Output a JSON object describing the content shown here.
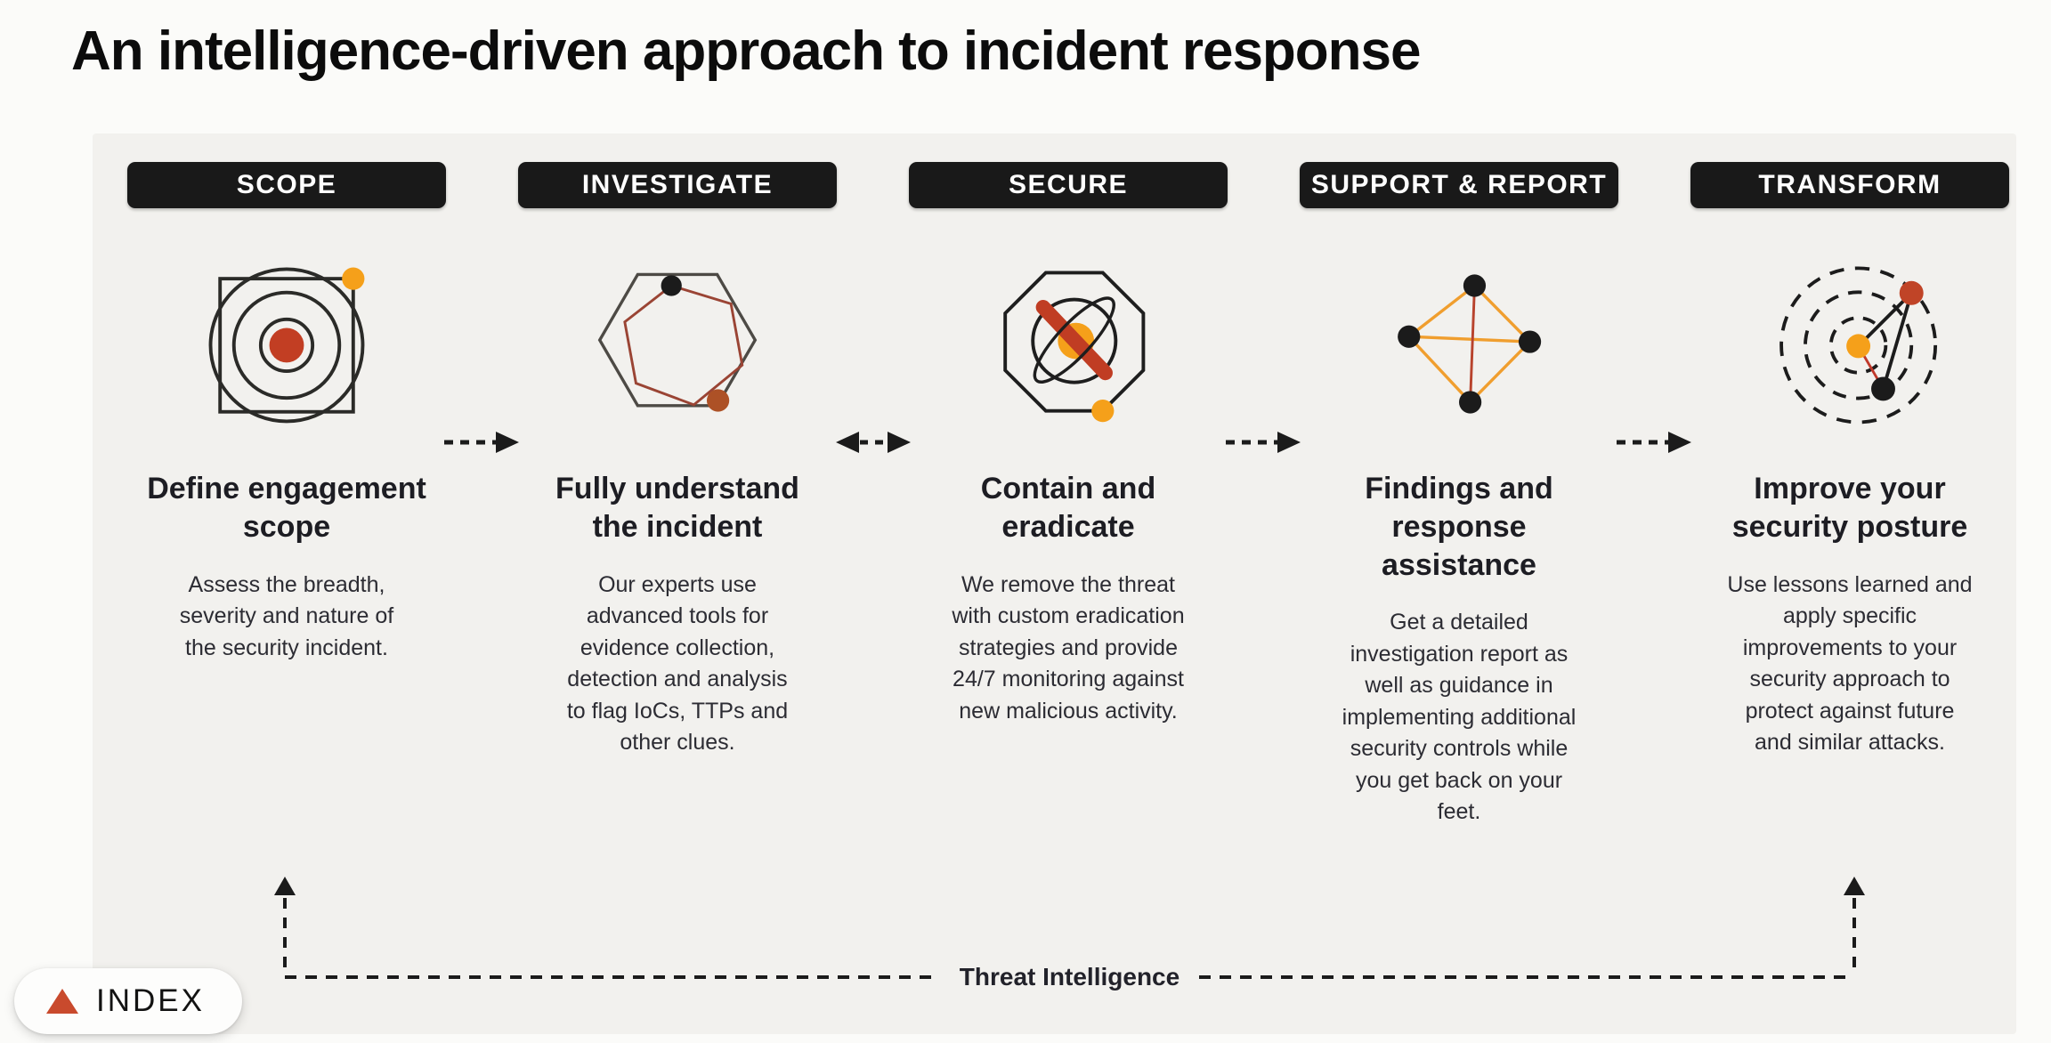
{
  "title": "An intelligence-driven approach to incident response",
  "colors": {
    "accent_orange": "#F5A01A",
    "accent_rust": "#C03D23",
    "badge_background": "#191919",
    "panel_background": "#F2F1EE",
    "line_dark": "#1B1B1B"
  },
  "stages": [
    {
      "label": "SCOPE",
      "icon": "target-scope-icon",
      "heading": "Define engagement\nscope",
      "description": "Assess the breadth,\nseverity and nature of\nthe security incident."
    },
    {
      "label": "INVESTIGATE",
      "icon": "hexagon-evidence-icon",
      "heading": "Fully understand\nthe incident",
      "description": "Our experts use\nadvanced tools for\nevidence collection,\ndetection and analysis\nto flag IoCs, TTPs and\nother clues."
    },
    {
      "label": "SECURE",
      "icon": "octagon-block-icon",
      "heading": "Contain and\neradicate",
      "description": "We remove the threat\nwith custom eradication\nstrategies and provide\n24/7 monitoring against\nnew malicious activity."
    },
    {
      "label": "SUPPORT & REPORT",
      "icon": "network-diamond-icon",
      "heading": "Findings and\nresponse\nassistance",
      "description": "Get a detailed\ninvestigation report as\nwell as guidance in\nimplementing additional\nsecurity controls while\nyou get back on your\nfeet."
    },
    {
      "label": "TRANSFORM",
      "icon": "radar-improve-icon",
      "heading": "Improve your\nsecurity posture",
      "description": "Use lessons learned and\napply specific\nimprovements to your\nsecurity approach to\nprotect against future\nand similar attacks."
    }
  ],
  "connectors": [
    {
      "between": "scope-investigate",
      "type": "dashed-arrow-right"
    },
    {
      "between": "investigate-secure",
      "type": "dashed-arrow-double"
    },
    {
      "between": "secure-support",
      "type": "dashed-arrow-right"
    },
    {
      "between": "support-transform",
      "type": "dashed-arrow-right"
    }
  ],
  "threat_intelligence": {
    "label": "Threat Intelligence"
  },
  "index_button": {
    "label": "INDEX",
    "icon": "triangle-up-icon"
  }
}
